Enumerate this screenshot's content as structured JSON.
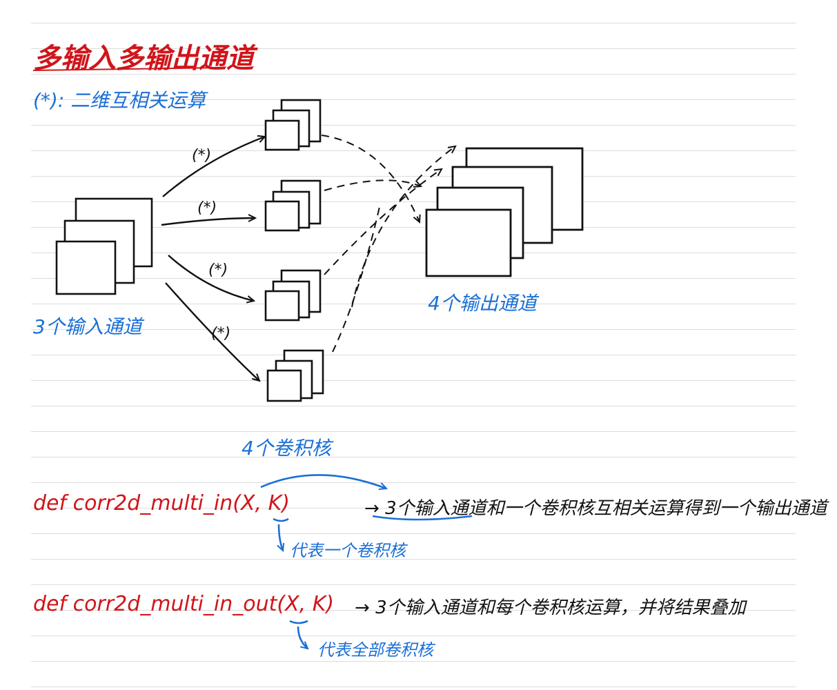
{
  "title": "多输入多输出通道",
  "legend": "(*): 二维互相关运算",
  "diagram": {
    "input_label": "3个输入通道",
    "output_label": "4个输出通道",
    "kernels_label": "4个卷积核",
    "operator_symbol": "(*)"
  },
  "code_lines": [
    {
      "code": "def corr2d_multi_in(X, K)",
      "arrow": "→",
      "description": "3个输入通道和一个卷积核互相关运算得到一个输出通道",
      "note": "代表一个卷积核"
    },
    {
      "code": "def corr2d_multi_in_out(X, K)",
      "arrow": "→",
      "description": "3个输入通道和每个卷积核运算，并将结果叠加",
      "note": "代表全部卷积核"
    }
  ],
  "colors": {
    "red_ink": "#d0151a",
    "blue_ink": "#1a6fd6",
    "black_ink": "#111111"
  }
}
